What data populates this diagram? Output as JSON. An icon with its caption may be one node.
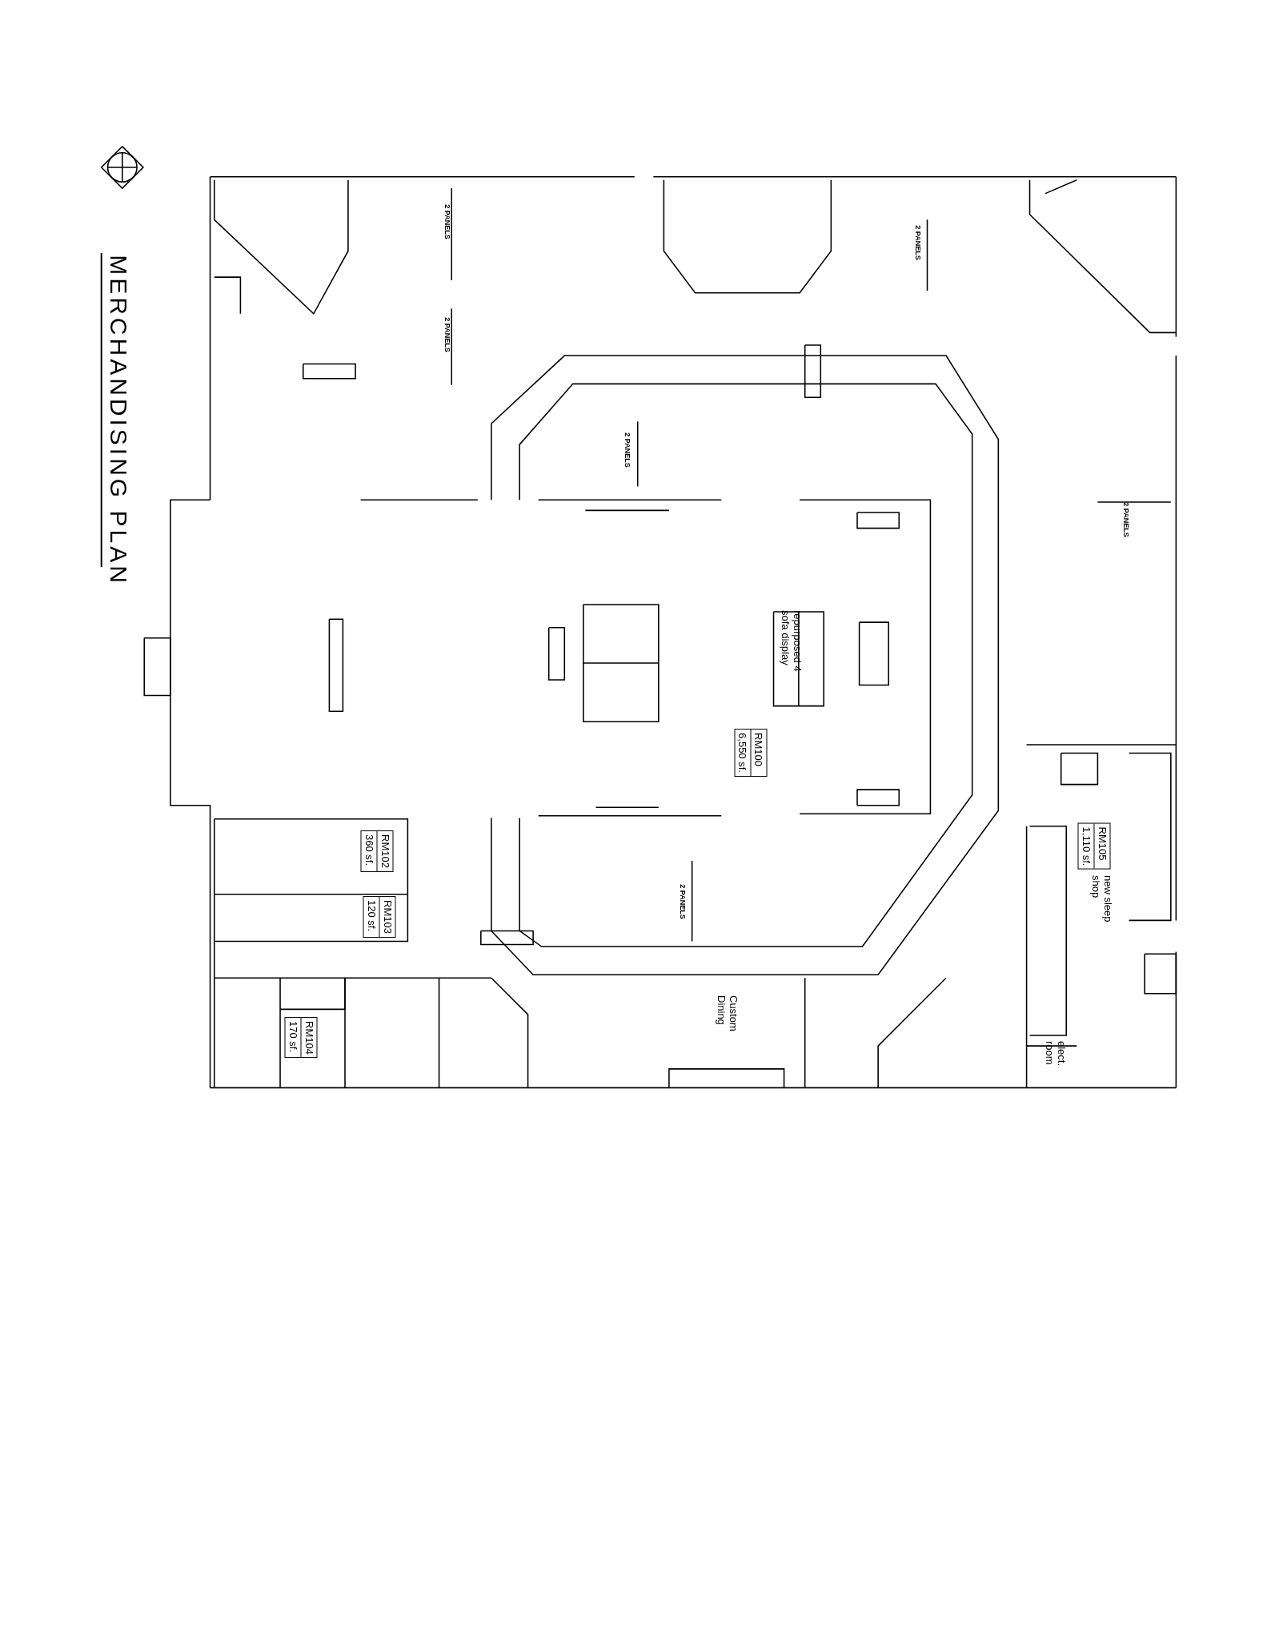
{
  "diagram": {
    "title": "MERCHANDISING PLAN",
    "nodes": [
      {
        "text": [
          "RM100",
          "6,550 sf."
        ]
      },
      {
        "text": [
          "RM102",
          "360 sf."
        ]
      },
      {
        "text": [
          "RM103",
          "120 sf."
        ]
      },
      {
        "text": [
          "RM104",
          "170 sf."
        ]
      },
      {
        "text": [
          "RM105",
          "1,110 sf."
        ]
      }
    ],
    "labels": [
      "2 PANELS",
      "2 PANELS",
      "2 PANELS",
      "2 PANELS",
      "2 PANELS",
      "repurposed 4 sofa display",
      "2 PANELS",
      "new sleep shop",
      "Custom Dining",
      "elect. room"
    ]
  }
}
